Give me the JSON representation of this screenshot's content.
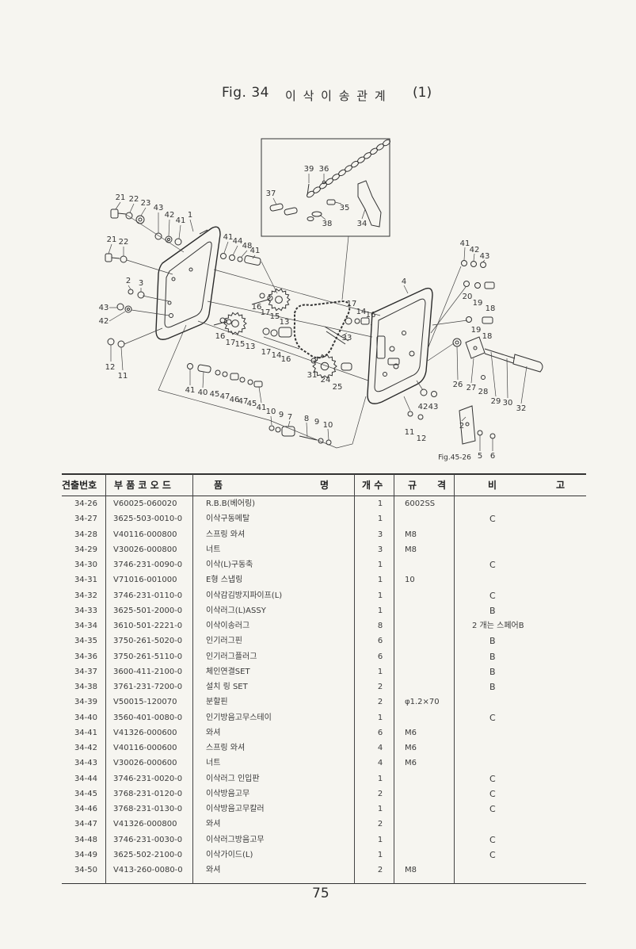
{
  "page": {
    "fig_label": "Fig. 34",
    "title": "이 삭 이 송 관 계",
    "title_num": "(1)",
    "page_number": "75"
  },
  "diagram": {
    "figure_ref": "Fig.45-26",
    "callouts": [
      "39",
      "36",
      "37",
      "35",
      "38",
      "34",
      "21",
      "22",
      "23",
      "43",
      "42",
      "41",
      "1",
      "21",
      "22",
      "2",
      "3",
      "43",
      "42",
      "12",
      "11",
      "41",
      "44",
      "48",
      "41",
      "16",
      "17",
      "15",
      "13",
      "16",
      "17",
      "15",
      "13",
      "17",
      "14",
      "16",
      "17",
      "14",
      "16",
      "33",
      "31",
      "24",
      "25",
      "4",
      "41",
      "42",
      "43",
      "20",
      "19",
      "18",
      "19",
      "18",
      "26",
      "27",
      "28",
      "29",
      "30",
      "32",
      "42",
      "43",
      "11",
      "12",
      "2",
      "5",
      "6",
      "41",
      "40",
      "45",
      "47",
      "46",
      "47",
      "45",
      "41",
      "10",
      "9",
      "7",
      "8",
      "9",
      "10"
    ]
  },
  "parts": {
    "header": {
      "no": "견출번호",
      "code": "부 품 코 오 드",
      "name_a": "품",
      "name_b": "명",
      "qty": "개 수",
      "spec_a": "규",
      "spec_b": "격",
      "note_a": "비",
      "note_b": "고"
    },
    "rows": [
      {
        "no": "34-26",
        "code": "V60025-060020",
        "name": "R.B.B(베어링)",
        "qty": "1",
        "spec": "6002SS"
      },
      {
        "no": "34-27",
        "code": "3625-503-0010-0",
        "name": "이삭구동메탈",
        "qty": "1",
        "note": "C"
      },
      {
        "no": "34-28",
        "code": "V40116-000800",
        "name": "스프링 와셔",
        "qty": "3",
        "spec": "M8"
      },
      {
        "no": "34-29",
        "code": "V30026-000800",
        "name": "너트",
        "qty": "3",
        "spec": "M8"
      },
      {
        "no": "34-30",
        "code": "3746-231-0090-0",
        "name": "이삭(L)구동축",
        "qty": "1",
        "note": "C"
      },
      {
        "no": "34-31",
        "code": "V71016-001000",
        "name": "E형 스냅링",
        "qty": "1",
        "spec": "10"
      },
      {
        "no": "34-32",
        "code": "3746-231-0110-0",
        "name": "이삭감김방지파이프(L)",
        "qty": "1",
        "note": "C"
      },
      {
        "no": "34-33",
        "code": "3625-501-2000-0",
        "name": "이삭러그(L)ASSY",
        "qty": "1",
        "note": "B"
      },
      {
        "no": "34-34",
        "code": "3610-501-2221-0",
        "name": "이삭이송러그",
        "qty": "8",
        "note": "2 개는 스페어B"
      },
      {
        "no": "34-35",
        "code": "3750-261-5020-0",
        "name": "인기러그핀",
        "qty": "6",
        "note": "B"
      },
      {
        "no": "34-36",
        "code": "3750-261-5110-0",
        "name": "인기러그플러그",
        "qty": "6",
        "note": "B"
      },
      {
        "no": "34-37",
        "code": "3600-411-2100-0",
        "name": "체인연결SET",
        "qty": "1",
        "note": "B"
      },
      {
        "no": "34-38",
        "code": "3761-231-7200-0",
        "name": "설치 링 SET",
        "qty": "2",
        "note": "B"
      },
      {
        "no": "34-39",
        "code": "V50015-120070",
        "name": "분할핀",
        "qty": "2",
        "spec": "φ1.2×70"
      },
      {
        "no": "34-40",
        "code": "3560-401-0080-0",
        "name": "인기방음고무스테이",
        "qty": "1",
        "note": "C"
      },
      {
        "no": "34-41",
        "code": "V41326-000600",
        "name": "와셔",
        "qty": "6",
        "spec": "M6"
      },
      {
        "no": "34-42",
        "code": "V40116-000600",
        "name": "스프링 와셔",
        "qty": "4",
        "spec": "M6"
      },
      {
        "no": "34-43",
        "code": "V30026-000600",
        "name": "너트",
        "qty": "4",
        "spec": "M6"
      },
      {
        "no": "34-44",
        "code": "3746-231-0020-0",
        "name": "이삭러그 인입판",
        "qty": "1",
        "note": "C"
      },
      {
        "no": "34-45",
        "code": "3768-231-0120-0",
        "name": "이삭방음고무",
        "qty": "2",
        "note": "C"
      },
      {
        "no": "34-46",
        "code": "3768-231-0130-0",
        "name": "이삭방음고무칼러",
        "qty": "1",
        "note": "C"
      },
      {
        "no": "34-47",
        "code": "V41326-000800",
        "name": "와셔",
        "qty": "2"
      },
      {
        "no": "34-48",
        "code": "3746-231-0030-0",
        "name": "이삭러그방음고무",
        "qty": "1",
        "note": "C"
      },
      {
        "no": "34-49",
        "code": "3625-502-2100-0",
        "name": "이삭가이드(L)",
        "qty": "1",
        "note": "C"
      },
      {
        "no": "34-50",
        "code": "V413-260-0080-0",
        "name": "와셔",
        "qty": "2",
        "spec": "M8"
      }
    ]
  },
  "colors": {
    "paper": "#f6f5f0",
    "ink": "#2e2e2e"
  }
}
